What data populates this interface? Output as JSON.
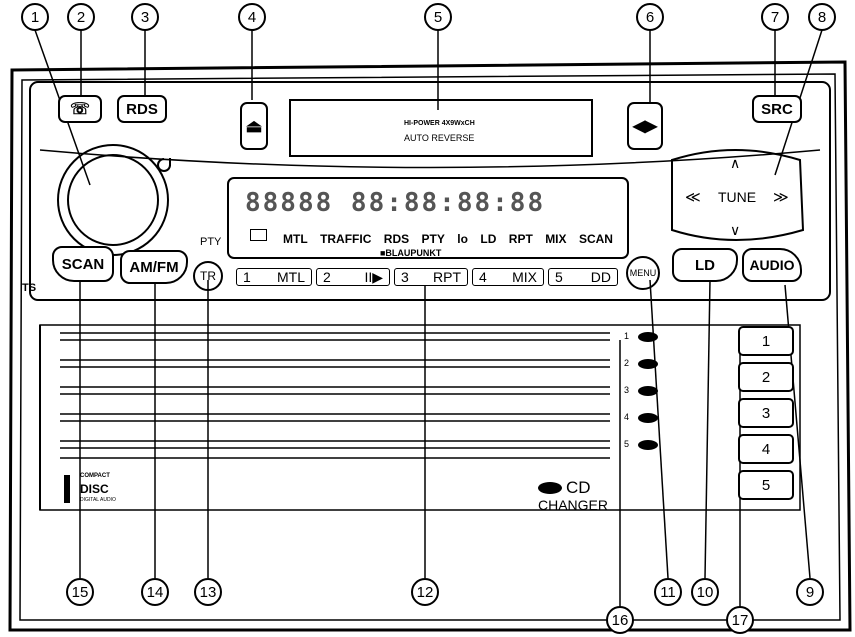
{
  "callouts": [
    "1",
    "2",
    "3",
    "4",
    "5",
    "6",
    "7",
    "8",
    "15",
    "14",
    "13",
    "12",
    "16",
    "11",
    "10",
    "17",
    "9"
  ],
  "buttons": {
    "rds": "RDS",
    "src": "SRC",
    "scan": "SCAN",
    "amfm": "AM/FM",
    "tr": "TR",
    "menu": "MENU",
    "ld": "LD",
    "audio": "AUDIO",
    "tune": "TUNE",
    "tune_up": "∧",
    "tune_down": "∨",
    "tune_left": "≪",
    "tune_right": "≫",
    "eject": "⏏",
    "seek": "◀▶"
  },
  "labels": {
    "pty": "PTY",
    "ts": "TS",
    "tape_line1": "HI-POWER 4X9WxCH",
    "tape_line2": "AUTO REVERSE",
    "brand": "■BLAUPUNKT",
    "cd_logo": "CD",
    "changer": "CHANGER",
    "compact": "COMPACT",
    "disc": "DISC",
    "audio_small": "DIGITAL AUDIO"
  },
  "display": {
    "indicators": [
      "MTL",
      "TRAFFIC",
      "RDS",
      "PTY",
      "lo",
      "LD",
      "RPT",
      "MIX",
      "SCAN"
    ]
  },
  "preset_strip": [
    {
      "num": "1",
      "label": "MTL"
    },
    {
      "num": "2",
      "label": "II▶"
    },
    {
      "num": "3",
      "label": "RPT"
    },
    {
      "num": "4",
      "label": "MIX"
    },
    {
      "num": "5",
      "label": "DD"
    }
  ],
  "cd_slots": [
    "1",
    "2",
    "3",
    "4",
    "5"
  ],
  "presets": [
    "1",
    "2",
    "3",
    "4",
    "5"
  ]
}
